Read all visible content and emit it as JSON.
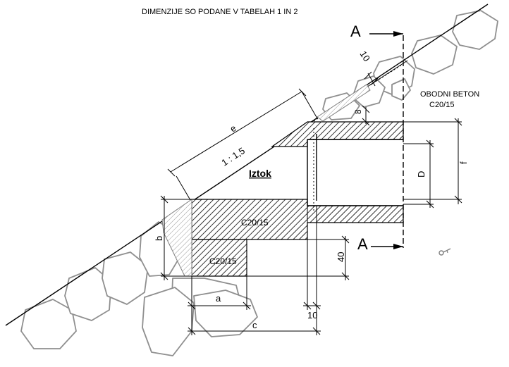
{
  "header": {
    "note": "DIMENZIJE SO PODANE V TABELAH 1 IN 2"
  },
  "section": {
    "marker_top": "A",
    "marker_bottom": "A"
  },
  "labels": {
    "slope_ratio": "1 : 1,5",
    "dim_e": "e",
    "dim_f": "f",
    "dim_D": "D",
    "dim_a": "a",
    "dim_b": "b",
    "dim_c": "c",
    "dim_10_bottom": "10",
    "dim_10_top": "10",
    "dim_8": "8",
    "dim_40": "40",
    "concrete_upper": "C20/15",
    "concrete_lower": "C20/15",
    "edge_concrete_title": "OBODNI BETON",
    "edge_concrete_grade": "C20/15",
    "watermark": "Iztok"
  },
  "colors": {
    "line": "#000000",
    "stone_outline": "#8f8f8f",
    "watermark": "#b3b3b3"
  },
  "icons": {
    "corner_mark": "key-icon"
  }
}
